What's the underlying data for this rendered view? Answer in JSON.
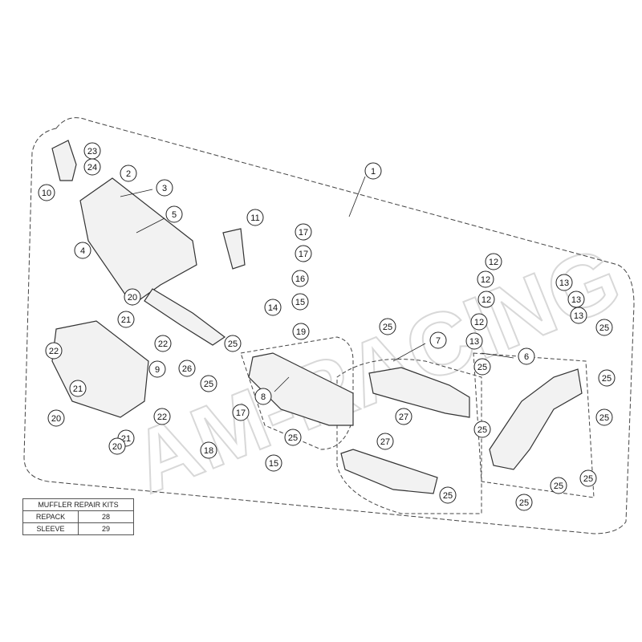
{
  "watermark": "AM-RACING",
  "callouts": [
    "1",
    "23",
    "24",
    "10",
    "2",
    "3",
    "5",
    "4",
    "11",
    "17",
    "17",
    "16",
    "15",
    "14",
    "19",
    "25",
    "25",
    "20",
    "21",
    "22",
    "22",
    "9",
    "26",
    "25",
    "22",
    "21",
    "21",
    "20",
    "20",
    "8",
    "7",
    "17",
    "18",
    "15",
    "25",
    "27",
    "27",
    "12",
    "12",
    "12",
    "12",
    "13",
    "13",
    "13",
    "13",
    "6",
    "25",
    "25",
    "25",
    "25",
    "25",
    "25",
    "25",
    "25",
    "25"
  ],
  "repair_kits": {
    "title": "MUFFLER REPAIR KITS",
    "rows": [
      {
        "name": "REPACK",
        "code": "28"
      },
      {
        "name": "SLEEVE",
        "code": "29"
      }
    ]
  }
}
